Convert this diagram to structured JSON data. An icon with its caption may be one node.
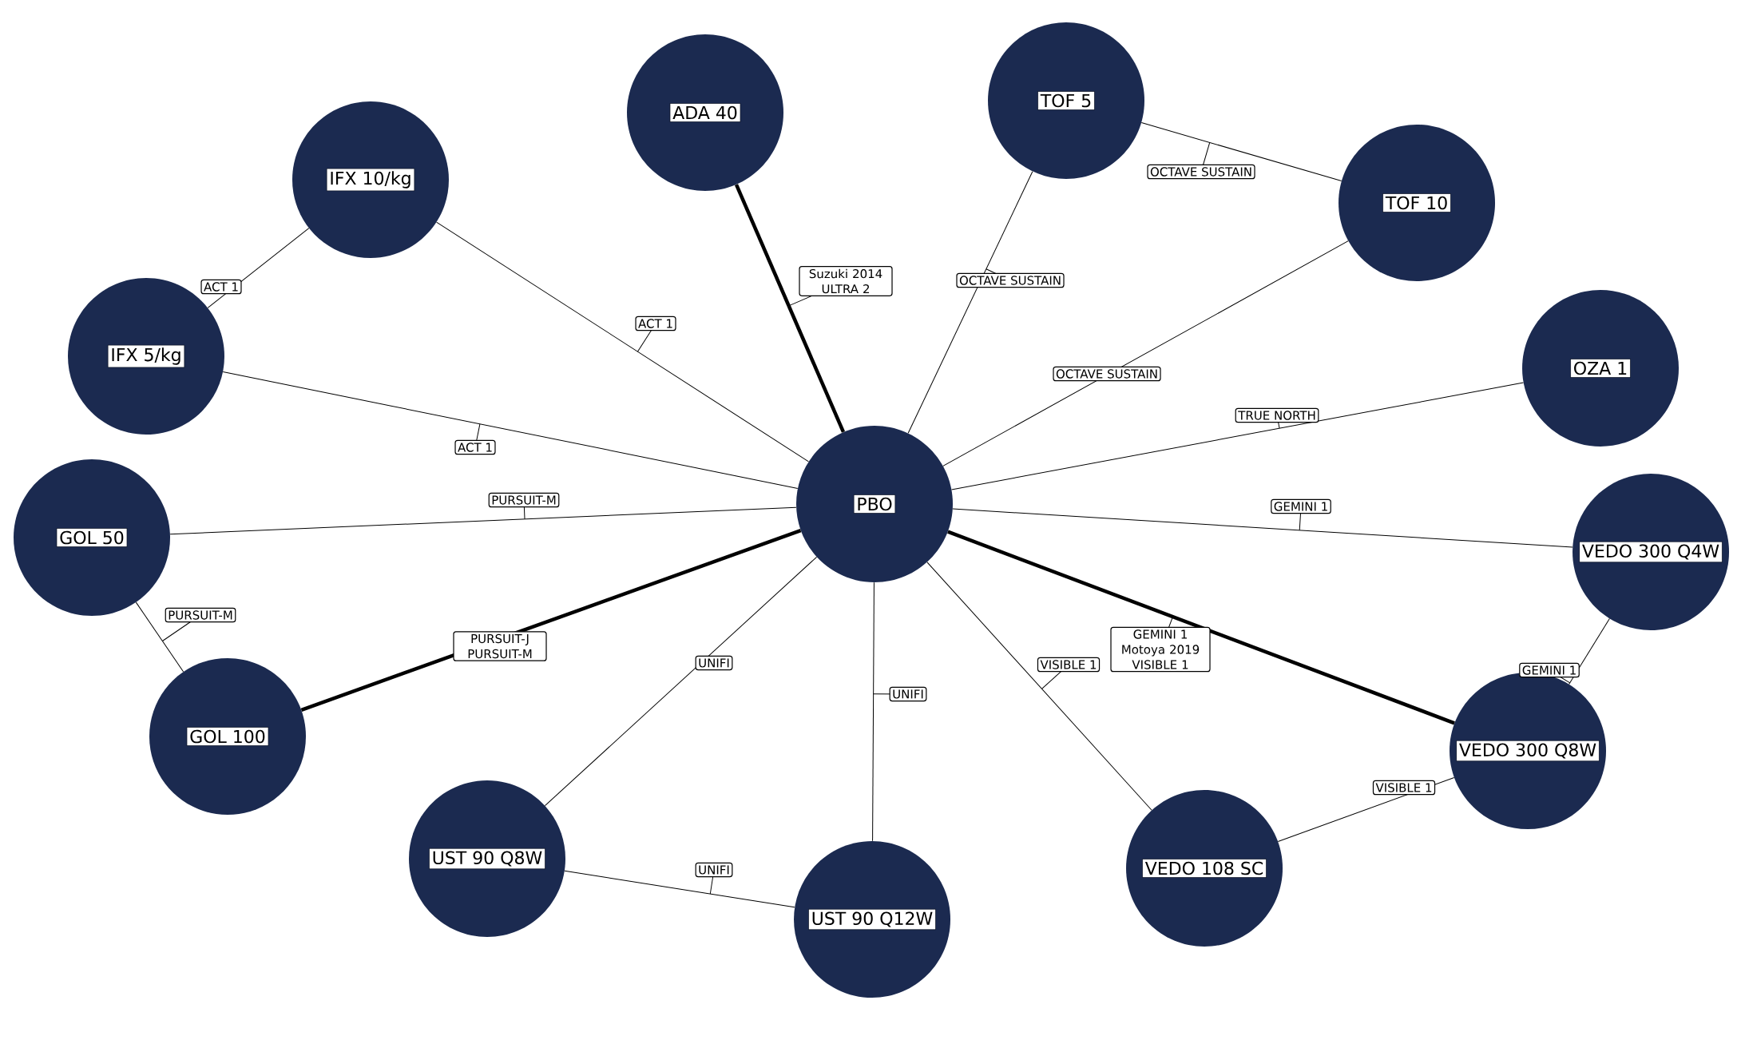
{
  "diagram": {
    "nodes": [
      {
        "text": [
          "PBO"
        ]
      },
      {
        "text": [
          "ADA 40"
        ]
      },
      {
        "text": [
          "TOF 5"
        ]
      },
      {
        "text": [
          "TOF 10"
        ]
      },
      {
        "text": [
          "IFX 10/kg"
        ]
      },
      {
        "text": [
          "IFX 5/kg"
        ]
      },
      {
        "text": [
          "OZA 1"
        ]
      },
      {
        "text": [
          "GOL 50"
        ]
      },
      {
        "text": [
          "VEDO 300 Q4W"
        ]
      },
      {
        "text": [
          "GOL 100"
        ]
      },
      {
        "text": [
          "VEDO 300 Q8W"
        ]
      },
      {
        "text": [
          "UST 90 Q8W"
        ]
      },
      {
        "text": [
          "VEDO 108 SC"
        ]
      },
      {
        "text": [
          "UST 90 Q12W"
        ]
      }
    ],
    "edges": [
      {
        "from": 0,
        "to": 1,
        "arrow": "none",
        "label": "Suzuki 2014 ULTRA 2",
        "style": "thick"
      },
      {
        "from": 0,
        "to": 2,
        "arrow": "none",
        "label": "OCTAVE SUSTAIN"
      },
      {
        "from": 2,
        "to": 3,
        "arrow": "none",
        "label": "OCTAVE SUSTAIN"
      },
      {
        "from": 0,
        "to": 3,
        "arrow": "none",
        "label": "OCTAVE SUSTAIN"
      },
      {
        "from": 0,
        "to": 4,
        "arrow": "none",
        "label": "ACT 1"
      },
      {
        "from": 4,
        "to": 5,
        "arrow": "none",
        "label": "ACT 1"
      },
      {
        "from": 0,
        "to": 5,
        "arrow": "none",
        "label": "ACT 1"
      },
      {
        "from": 0,
        "to": 6,
        "arrow": "none",
        "label": "TRUE NORTH"
      },
      {
        "from": 0,
        "to": 7,
        "arrow": "none",
        "label": "PURSUIT-M"
      },
      {
        "from": 7,
        "to": 9,
        "arrow": "none",
        "label": "PURSUIT-M"
      },
      {
        "from": 0,
        "to": 9,
        "arrow": "none",
        "label": "PURSUIT-J PURSUIT-M",
        "style": "thick"
      },
      {
        "from": 0,
        "to": 8,
        "arrow": "none",
        "label": "GEMINI 1"
      },
      {
        "from": 8,
        "to": 10,
        "arrow": "none",
        "label": "GEMINI 1"
      },
      {
        "from": 0,
        "to": 10,
        "arrow": "none",
        "label": "GEMINI 1 Motoya 2019 VISIBLE 1",
        "style": "thick"
      },
      {
        "from": 0,
        "to": 12,
        "arrow": "none",
        "label": "VISIBLE 1"
      },
      {
        "from": 12,
        "to": 10,
        "arrow": "none",
        "label": "VISIBLE 1"
      },
      {
        "from": 0,
        "to": 11,
        "arrow": "none",
        "label": "UNIFI"
      },
      {
        "from": 0,
        "to": 13,
        "arrow": "none",
        "label": "UNIFI"
      },
      {
        "from": 11,
        "to": 13,
        "arrow": "none",
        "label": "UNIFI"
      }
    ]
  }
}
